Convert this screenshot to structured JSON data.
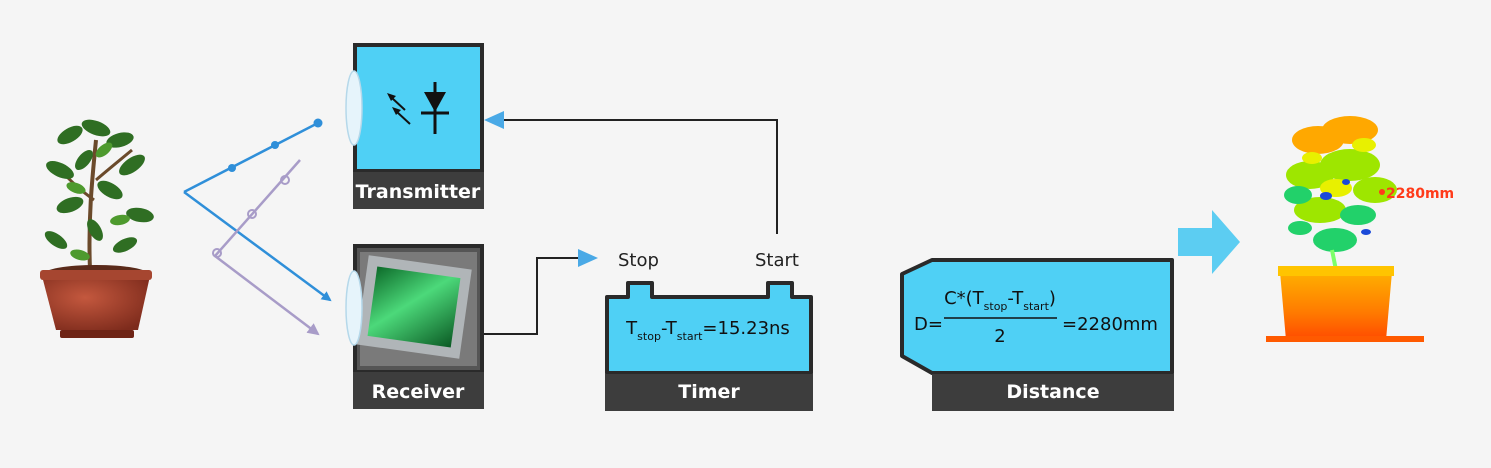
{
  "blocks": {
    "transmitter": {
      "label": "Transmitter"
    },
    "receiver": {
      "label": "Receiver"
    },
    "timer": {
      "label": "Timer",
      "stop": "Stop",
      "start": "Start",
      "eq_t1": "T",
      "eq_sub1": "stop",
      "eq_dash": "-T",
      "eq_sub2": "start",
      "eq_result": "=15.23ns"
    },
    "distance": {
      "label": "Distance",
      "d_prefix": "D=",
      "num_c": "C*(T",
      "num_sub1": "stop",
      "num_dash": "-T",
      "num_sub2": "start",
      "num_close": ")",
      "denominator": "2",
      "result": "=2280mm"
    }
  },
  "point_cloud": {
    "distance_label": "2280mm"
  },
  "colors": {
    "block_blue": "#4fd0f5",
    "label_bar": "#3d3d3d",
    "emit_ray": "#2f8fd9",
    "return_ray": "#a89cc8",
    "arrow_blue": "#4aa9e6",
    "big_arrow": "#5ccdf2",
    "measure_red": "#ff3b1a"
  }
}
